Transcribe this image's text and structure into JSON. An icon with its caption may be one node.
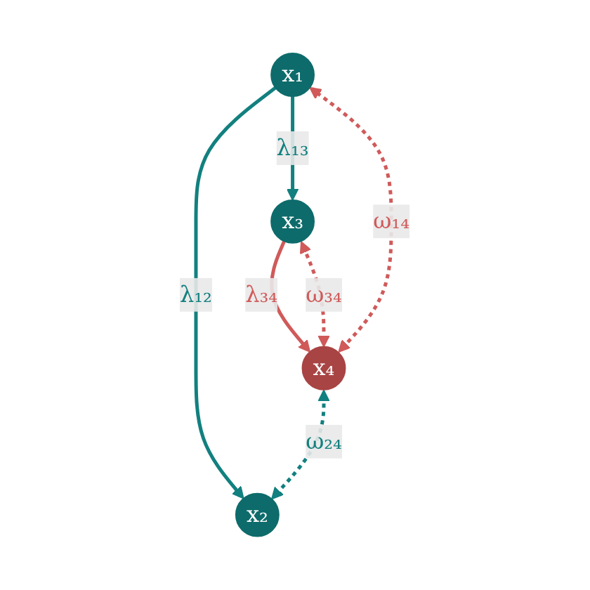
{
  "diagram": {
    "nodes": [
      {
        "text": [
          "x₁"
        ]
      },
      {
        "text": [
          "x₂"
        ]
      },
      {
        "text": [
          "x₃"
        ]
      },
      {
        "text": [
          "x₄"
        ]
      }
    ],
    "edges": [
      {
        "from": 0,
        "to": 1,
        "arrow": "to",
        "label": "λ₁₂"
      },
      {
        "from": 0,
        "to": 2,
        "arrow": "to",
        "label": "λ₁₃"
      },
      {
        "from": 2,
        "to": 3,
        "arrow": "to",
        "label": "λ₃₄",
        "color": "#d05a5a"
      },
      {
        "from": 3,
        "to": 0,
        "arrow": "both",
        "label": "ω₁₄",
        "style": "dashed",
        "color": "#d05a5a"
      },
      {
        "from": 3,
        "to": 1,
        "arrow": "both",
        "label": "ω₂₄",
        "style": "dashed"
      },
      {
        "from": 2,
        "to": 3,
        "arrow": "both",
        "label": "ω₃₄",
        "style": "dashed",
        "color": "#d05a5a"
      }
    ]
  }
}
